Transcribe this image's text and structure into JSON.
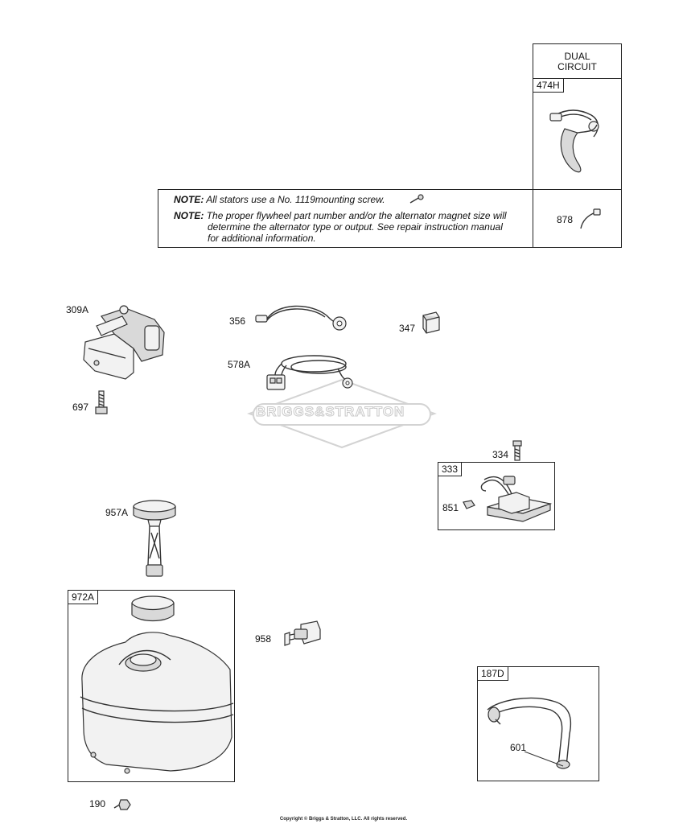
{
  "dual_circuit": {
    "title_line1": "DUAL",
    "title_line2": "CIRCUIT",
    "part": "474H"
  },
  "note": {
    "key1": "NOTE:",
    "text1": "All stators use a No. 1119mounting screw.",
    "key2": "NOTE:",
    "text2_line1": "The proper flywheel part number and/or the alternator magnet size will",
    "text2_line2": "determine the alternator type or output. See repair instruction manual",
    "text2_line3": "for additional information.",
    "part": "878"
  },
  "parts": {
    "p309A": "309A",
    "p697": "697",
    "p356": "356",
    "p347": "347",
    "p578A": "578A",
    "p334": "334",
    "p333": "333",
    "p851": "851",
    "p957A": "957A",
    "p972A": "972A",
    "p958": "958",
    "p187D": "187D",
    "p601": "601",
    "p190": "190"
  },
  "watermark": {
    "text": "BRIGGS&STRATTON"
  },
  "copyright": "Copyright © Briggs & Stratton, LLC. All rights reserved."
}
